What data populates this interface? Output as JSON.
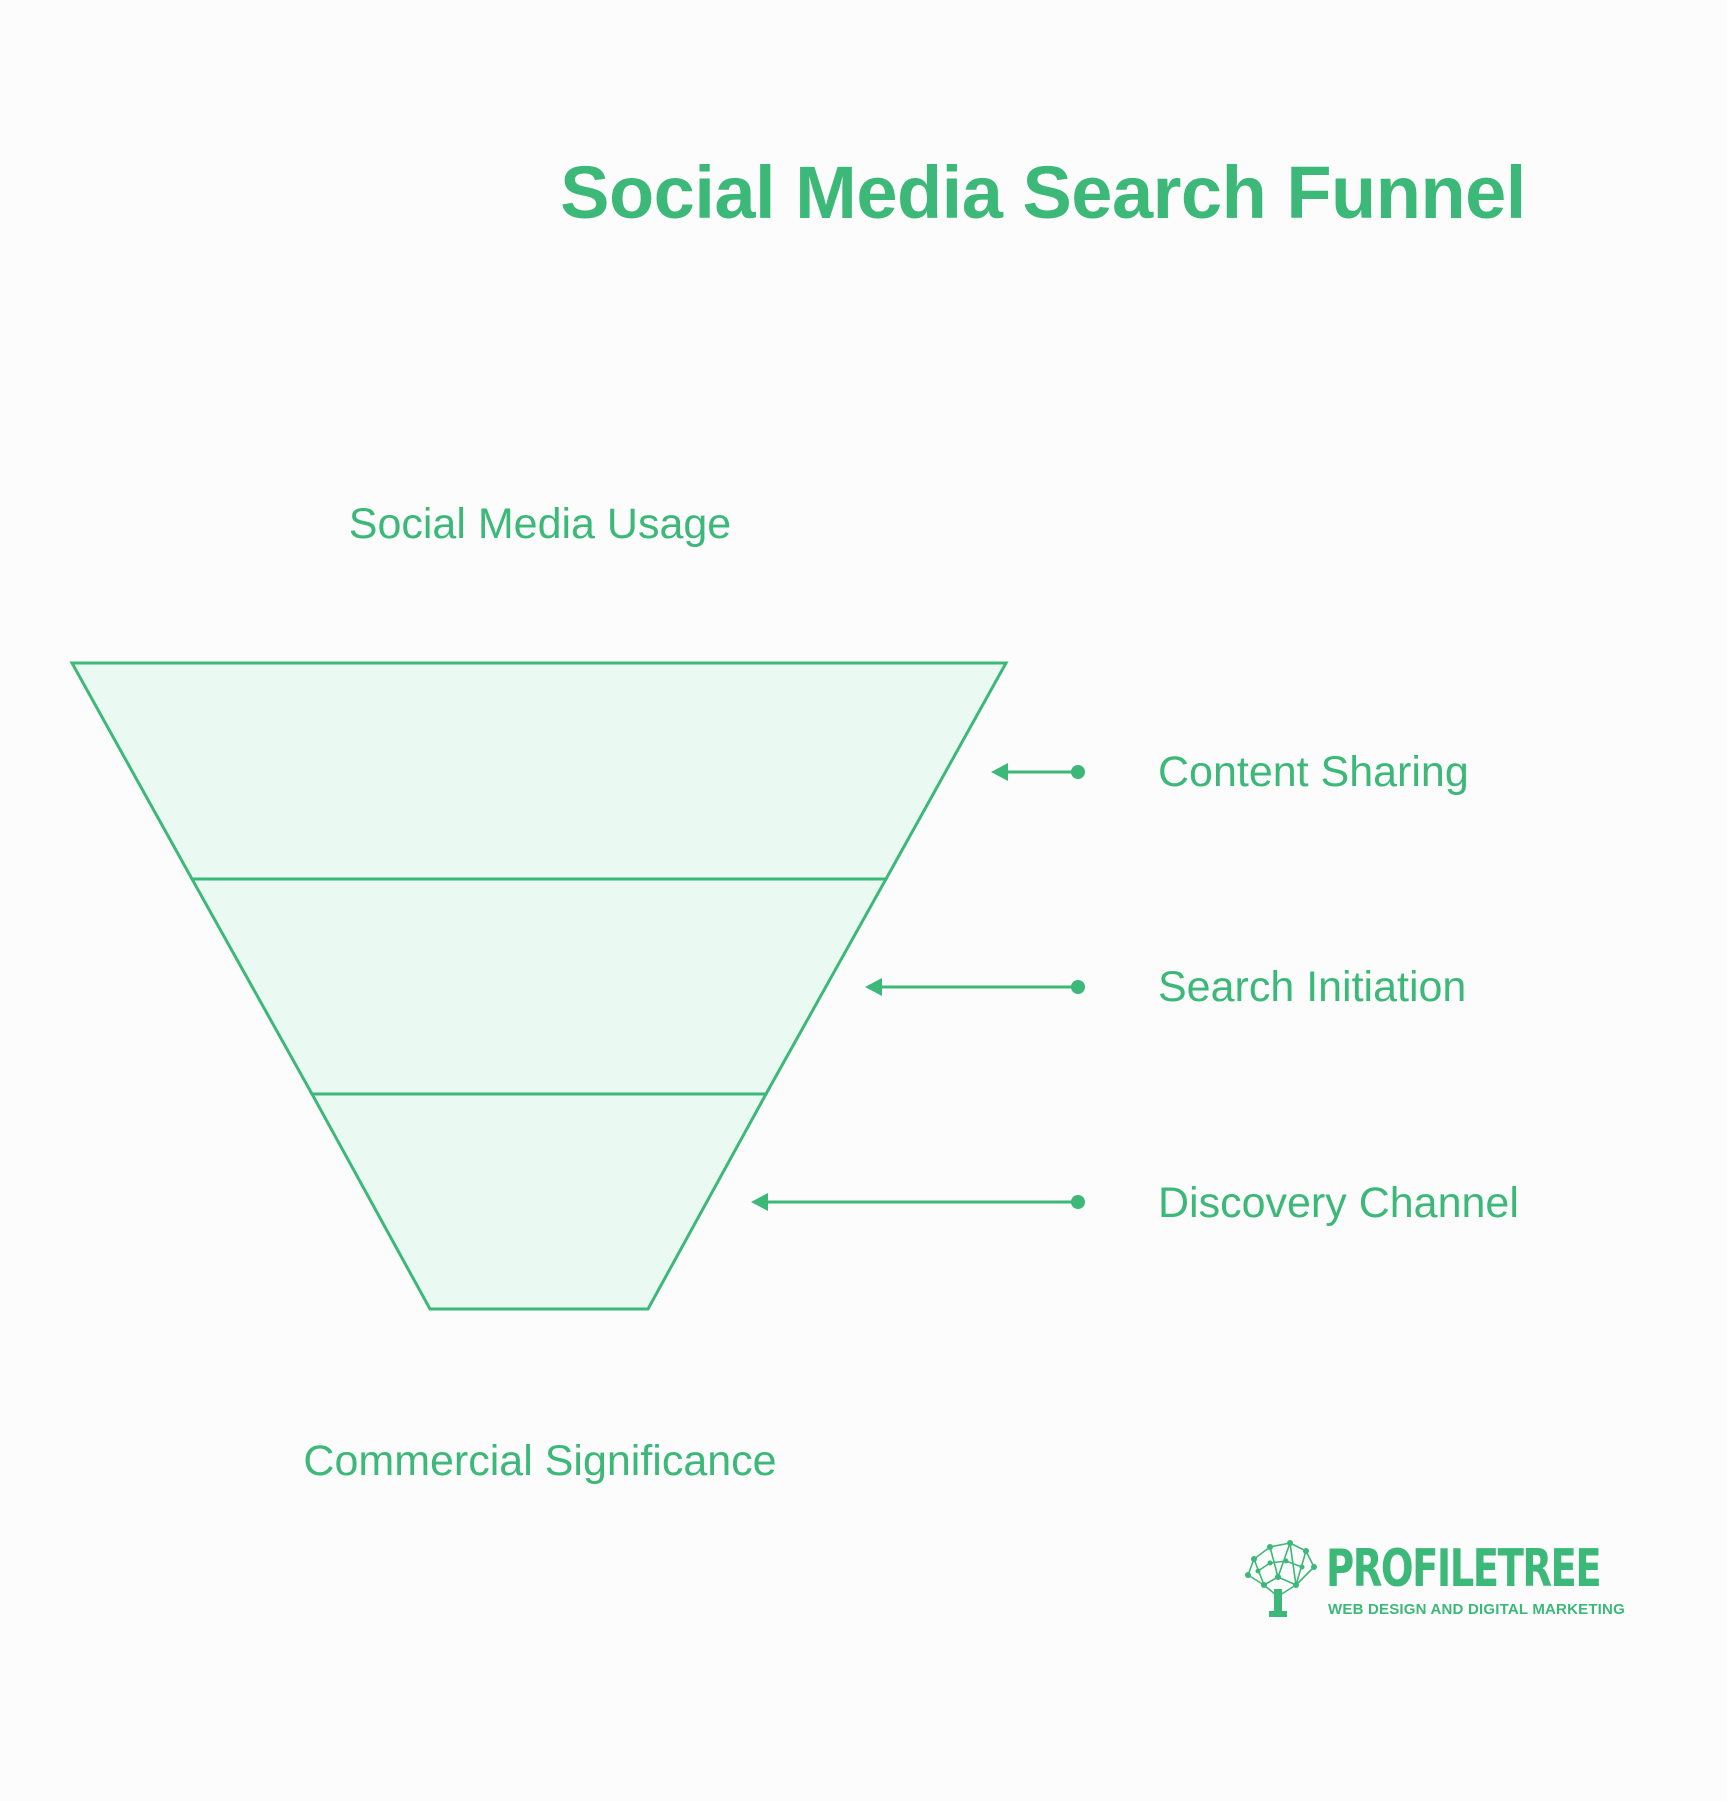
{
  "title": "Social Media Search Funnel",
  "funnel": {
    "top_label": "Social Media Usage",
    "bottom_label": "Commercial Significance",
    "stages": [
      {
        "label": "Content Sharing"
      },
      {
        "label": "Search Initiation"
      },
      {
        "label": "Discovery Channel"
      }
    ]
  },
  "logo": {
    "name": "PROFILETREE",
    "tagline": "WEB DESIGN AND DIGITAL MARKETING"
  },
  "colors": {
    "accent": "#3cb878",
    "funnel_fill": "#eafaf2",
    "background": "#fcfcfc"
  }
}
